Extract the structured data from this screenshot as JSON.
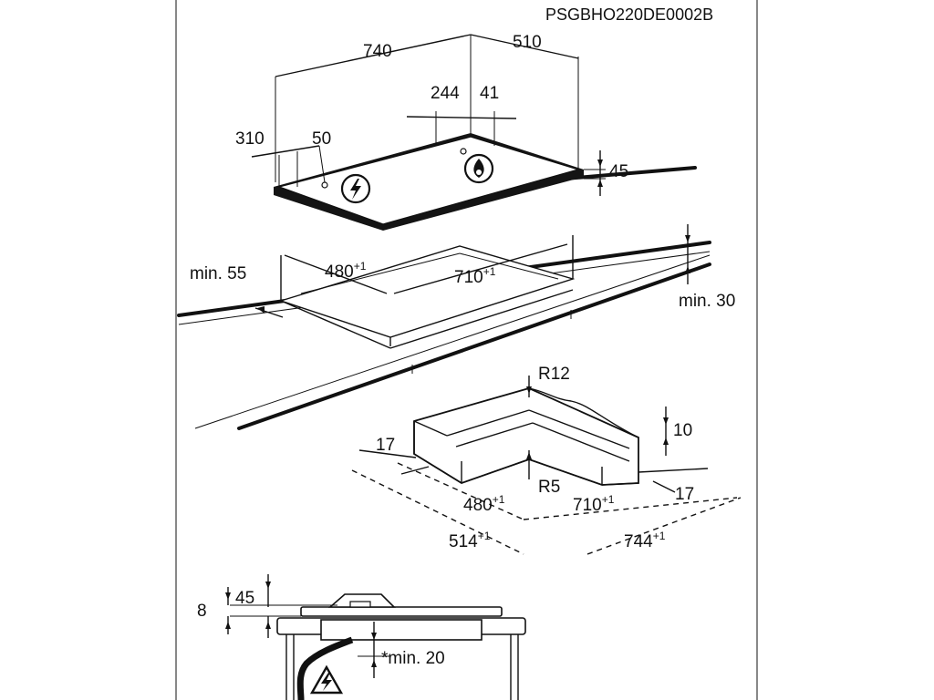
{
  "doc_code": "PSGBHO220DE0002B",
  "hob": {
    "width": "740",
    "depth": "510",
    "gas_offset": "244",
    "gas_offset2": "41",
    "elec_offset": "310",
    "elec_offset2": "50",
    "height": "45"
  },
  "cutout": {
    "depth": "480",
    "depth_tol": "+1",
    "width": "710",
    "width_tol": "+1",
    "front_min": "min. 55",
    "rear_min": "min. 30"
  },
  "frame": {
    "corner_outer": "R12",
    "corner_inner": "R5",
    "height": "10",
    "border_left": "17",
    "border_right": "17",
    "inner_depth": "480",
    "inner_depth_tol": "+1",
    "inner_width": "710",
    "inner_width_tol": "+1",
    "outer_depth": "514",
    "outer_depth_tol": "+1",
    "outer_width": "744",
    "outer_width_tol": "+1"
  },
  "section": {
    "top_height": "45",
    "glass": "8",
    "clearance": "*min. 20"
  },
  "icons": {
    "electric": "electric-connection-icon",
    "gas": "gas-flame-icon",
    "warning": "electric-hazard-warning-icon"
  }
}
